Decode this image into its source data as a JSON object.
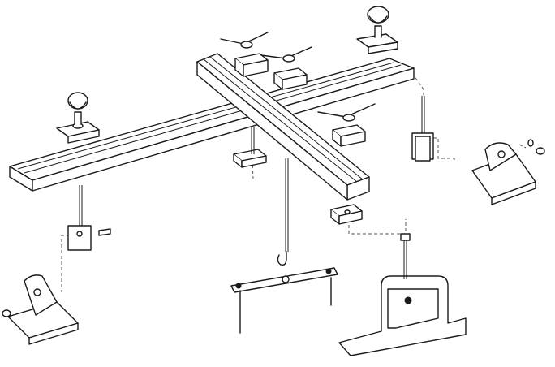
{
  "figure": {
    "kind": "exploded-assembly-line-drawing",
    "line_color": "#1a1a1a",
    "background": "#ffffff",
    "parts": [
      "crossbar-long",
      "crossbar-short",
      "lifting-hook",
      "chain-spreader-bar",
      "left-support-foot",
      "right-support-foot",
      "front-support-foot",
      "wing-nut-clamps",
      "knob-clamps",
      "threaded-rods"
    ]
  }
}
